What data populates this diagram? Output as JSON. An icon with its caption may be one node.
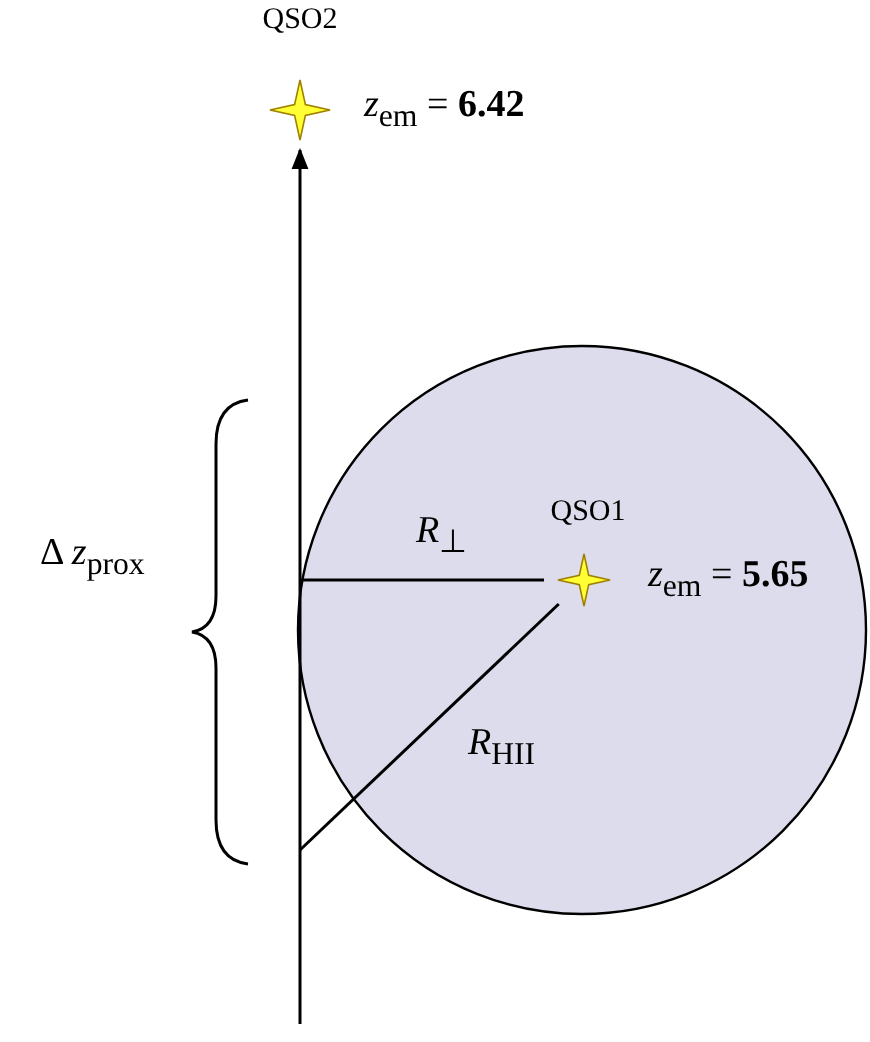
{
  "diagram": {
    "nodes": [
      {
        "text": [
          "QSO2"
        ],
        "beside": [
          "*z*$_{em}$ = **6.42**"
        ]
      },
      {
        "text": [],
        "shape": "circle"
      },
      {
        "text": [
          "QSO1"
        ],
        "beside": [
          "*z*$_{em}$ = **5.65**"
        ],
        "in": 1
      }
    ],
    "edges": [
      {
        "from": null,
        "to": 0,
        "arrow": "to"
      },
      {
        "from": null,
        "to": 2,
        "arrow": "none",
        "label": "*R*$_{⊥}$"
      },
      {
        "from": null,
        "to": 2,
        "arrow": "none",
        "label": "*R*$_{HII}$"
      }
    ],
    "labels": [
      "Δ *z*$_{prox}$"
    ]
  }
}
